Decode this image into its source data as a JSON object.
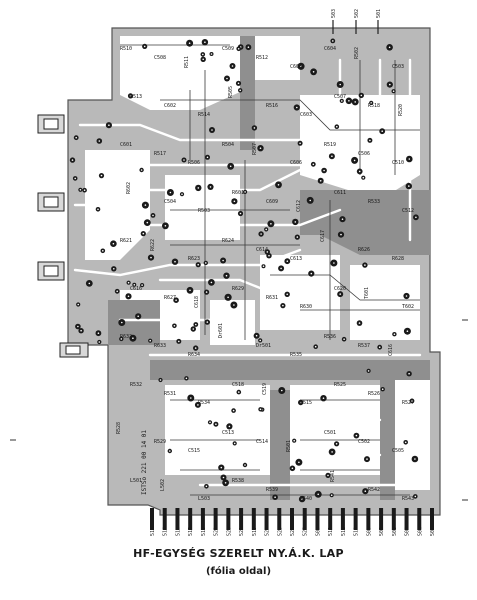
{
  "caption": {
    "title": "HF-EGYSÉG SZERELT NY.Á.K. LAP",
    "subtitle": "(fólia oldal)"
  },
  "board": {
    "serial": "ISTSo 221 00 14 01",
    "top_terminals": [
      "503",
      "502",
      "501"
    ],
    "bottom_terminals": [
      "513",
      "514",
      "512",
      "515",
      "516",
      "522",
      "520",
      "521",
      "519",
      "524",
      "523",
      "526",
      "525",
      "508",
      "510",
      "511",
      "518",
      "509",
      "508",
      "506",
      "505",
      "504",
      "507"
    ],
    "component_labels": [
      "R510",
      "C508",
      "R511",
      "C509",
      "R512",
      "C605",
      "C604",
      "R502",
      "C503",
      "R513",
      "C602",
      "R514",
      "R505",
      "R516",
      "C603",
      "C507",
      "R518",
      "R520",
      "C601",
      "R517",
      "R506",
      "R504",
      "R507",
      "C606",
      "R519",
      "C506",
      "C510",
      "R602",
      "C504",
      "R503",
      "R601",
      "C609",
      "C612",
      "C611",
      "R533",
      "C512",
      "R621",
      "R622",
      "R623",
      "R624",
      "C614",
      "C613",
      "C617",
      "R626",
      "R628",
      "C616",
      "R627",
      "C618",
      "R629",
      "R631",
      "R630",
      "C620",
      "T601",
      "T602",
      "R632",
      "R633",
      "R634",
      "Dr601",
      "Dr501",
      "R535",
      "R536",
      "R537",
      "C616",
      "R532",
      "R531",
      "R534",
      "C518",
      "C519",
      "R515",
      "R525",
      "R526",
      "R527",
      "R528",
      "R529",
      "C515",
      "C513",
      "C514",
      "R501",
      "C501",
      "C502",
      "C505",
      "L501",
      "L502",
      "L503",
      "R538",
      "R539",
      "R540",
      "R541",
      "R542",
      "R543"
    ]
  }
}
